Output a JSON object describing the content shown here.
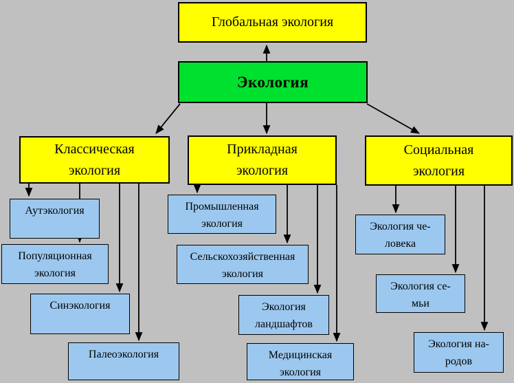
{
  "colors": {
    "background": "#c0c0c0",
    "yellow": "#ffff00",
    "green": "#00e02e",
    "blue": "#9cc8ef",
    "line": "#000000"
  },
  "nodes": {
    "global": "Глобальная экология",
    "root": "Экология",
    "classic": "Классическая\nэкология",
    "applied": "Прикладная\nэкология",
    "social": "Социальная\nэкология",
    "autecology": "Аутэкология",
    "population": "Популяционная\nэкология",
    "synecology": "Синэкология",
    "paleoecology": "Палеоэкология",
    "industrial": "Промышленная\nэкология",
    "agricultural": "Сельскохозяйственная\nэкология",
    "landscape": "Экология\nландшафтов",
    "medical": "Медицинская\nэкология",
    "human": "Экология че-\nловека",
    "family": "Экология се-\nмьи",
    "peoples": "Экология на-\nродов"
  },
  "edges": [
    {
      "from": "root",
      "to": "global"
    },
    {
      "from": "root",
      "to": "classic"
    },
    {
      "from": "root",
      "to": "applied"
    },
    {
      "from": "root",
      "to": "social"
    },
    {
      "from": "classic",
      "to": "autecology"
    },
    {
      "from": "classic",
      "to": "population"
    },
    {
      "from": "classic",
      "to": "synecology"
    },
    {
      "from": "classic",
      "to": "paleoecology"
    },
    {
      "from": "applied",
      "to": "industrial"
    },
    {
      "from": "applied",
      "to": "agricultural"
    },
    {
      "from": "applied",
      "to": "landscape"
    },
    {
      "from": "applied",
      "to": "medical"
    },
    {
      "from": "social",
      "to": "human"
    },
    {
      "from": "social",
      "to": "family"
    },
    {
      "from": "social",
      "to": "peoples"
    }
  ]
}
